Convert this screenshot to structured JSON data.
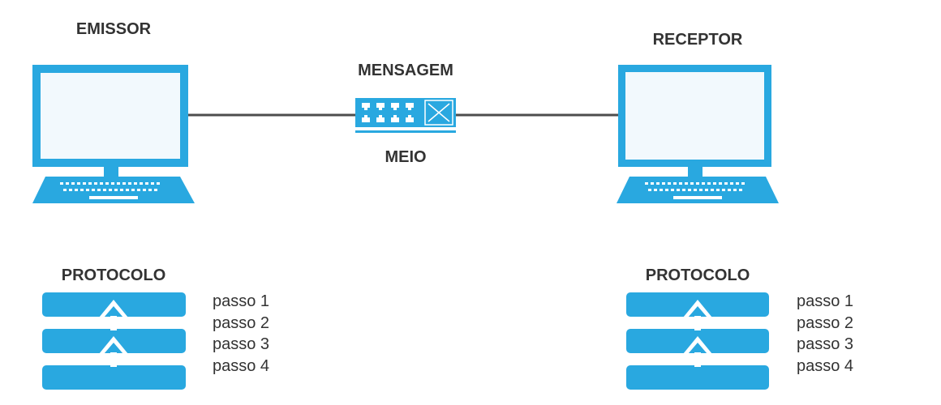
{
  "sender": {
    "title": "EMISSOR"
  },
  "receiver": {
    "title": "RECEPTOR"
  },
  "message_label": "MENSAGEM",
  "medium_label": "MEIO",
  "sender_protocol": {
    "title": "PROTOCOLO",
    "steps": [
      "passo 1",
      "passo 2",
      "passo 3",
      "passo 4"
    ]
  },
  "receiver_protocol": {
    "title": "PROTOCOLO",
    "steps": [
      "passo 1",
      "passo 2",
      "passo 3",
      "passo 4"
    ]
  },
  "colors": {
    "accent": "#29a8e0",
    "line": "#4d4d4d",
    "text": "#333333"
  }
}
